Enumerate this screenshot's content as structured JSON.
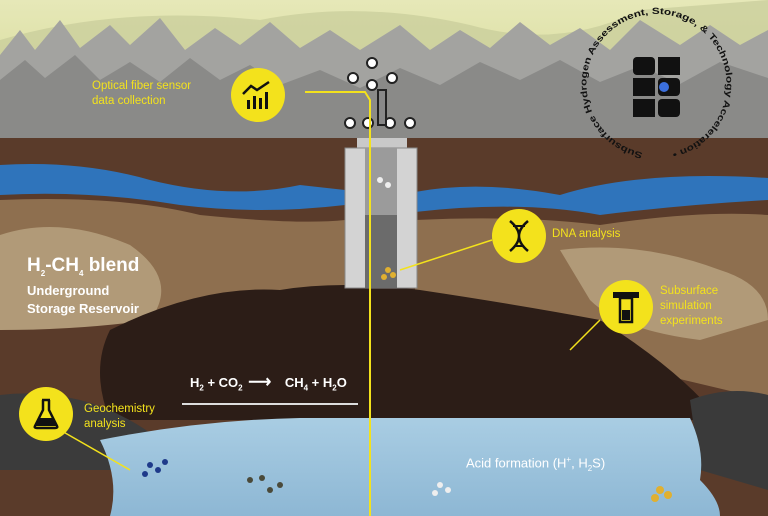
{
  "labels": {
    "optical_fiber": [
      "Optical fiber sensor",
      "data collection"
    ],
    "dna": "DNA analysis",
    "simulation": [
      "Subsurface",
      "simulation",
      "experiments"
    ],
    "geochemistry": [
      "Geochemistry",
      "analysis"
    ],
    "acid_formation": {
      "main": "Acid formation (H",
      "plus": "+",
      "sep": ", H",
      "sub": "2",
      "end": "S)"
    },
    "blend": {
      "h": "H",
      "sub1": "2",
      "dash": "-CH",
      "sub2": "4",
      "rest": " blend"
    },
    "reservoir": [
      "Underground",
      "Storage Reservoir"
    ]
  },
  "equation": {
    "h": "H",
    "h_sub": "2",
    "plus1": " + CO",
    "co_sub": "2",
    "arrow": "⟶",
    "ch": "CH",
    "ch_sub": "4",
    "plus2": " + H",
    "h2_sub": "2",
    "o": "O"
  },
  "logo": {
    "ring_text_top": "Subsurface Hydrogen Assessment, Storage, & Technology Acceleration",
    "ring_dot": "•"
  },
  "icons": [
    "chart-line-icon",
    "dna-icon",
    "simulation-apparatus-icon",
    "flask-icon"
  ],
  "colors": {
    "accent": "#f3e21c",
    "sky": "#dcdfa6",
    "forest": "#8c8c8c",
    "soil": "#5a3b2a",
    "aquifer": "#2f74bb",
    "rock": "#a48c6c",
    "reservoir": "#2c1d17",
    "water": "#9fc4dc"
  }
}
